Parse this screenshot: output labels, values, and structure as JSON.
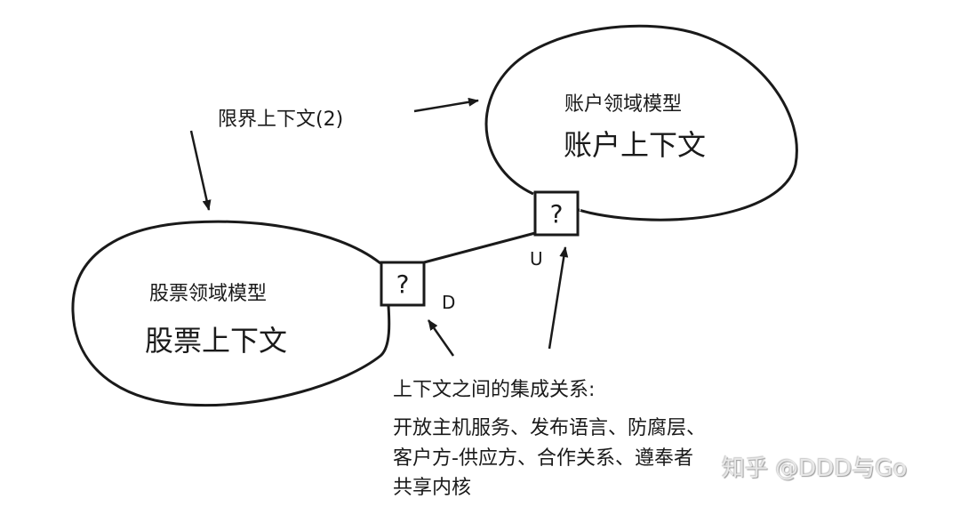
{
  "boundary_label": "限界上下文(2)",
  "contexts": {
    "account": {
      "model": "账户领域模型",
      "name": "账户上下文"
    },
    "stock": {
      "model": "股票领域模型",
      "name": "股票上下文"
    }
  },
  "ports": {
    "upstream": {
      "symbol": "?",
      "role": "U"
    },
    "downstream": {
      "symbol": "?",
      "role": "D"
    }
  },
  "integration": {
    "heading": "上下文之间的集成关系:",
    "lines": [
      "开放主机服务、发布语言、防腐层、",
      "客户方-供应方、合作关系、遵奉者",
      "共享内核"
    ]
  },
  "watermark": "知乎 @DDD与Go"
}
